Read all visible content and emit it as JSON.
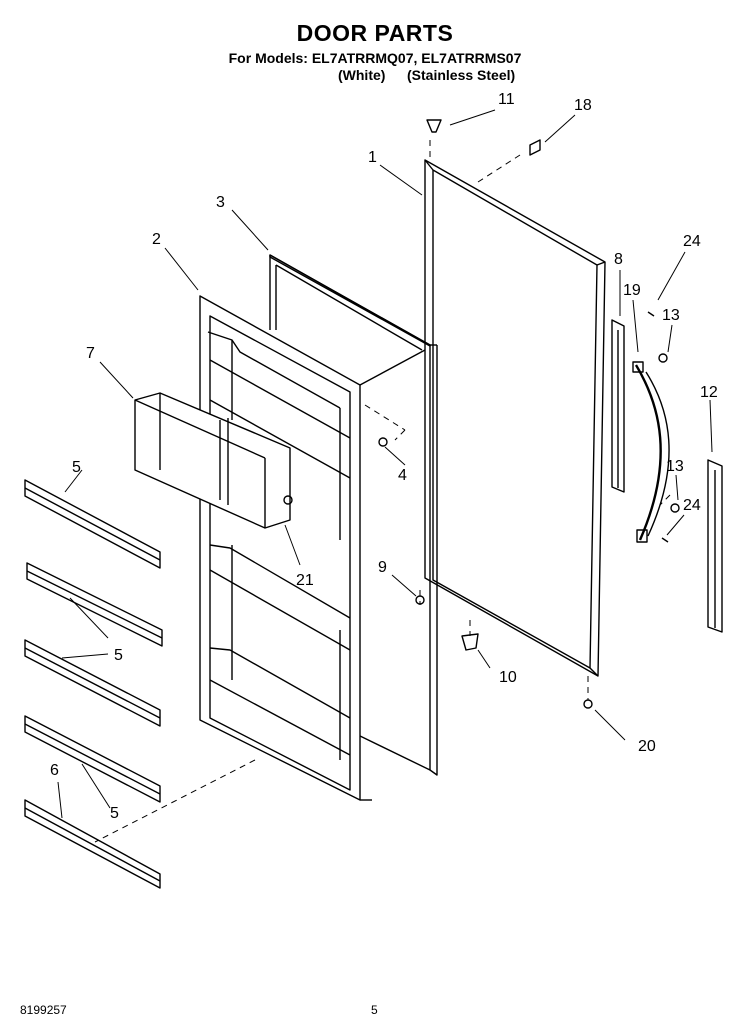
{
  "header": {
    "title": "DOOR PARTS",
    "models_line": "For Models: EL7ATRRMQ07, EL7ATRRMS07",
    "variant_white": "(White)",
    "variant_stainless": "(Stainless Steel)"
  },
  "callouts": [
    "11",
    "18",
    "1",
    "3",
    "2",
    "8",
    "24",
    "19",
    "13",
    "7",
    "4",
    "12",
    "5",
    "13",
    "24",
    "21",
    "9",
    "5",
    "10",
    "20",
    "6",
    "5"
  ],
  "footer": {
    "doc_number": "8199257",
    "page_number": "5"
  }
}
